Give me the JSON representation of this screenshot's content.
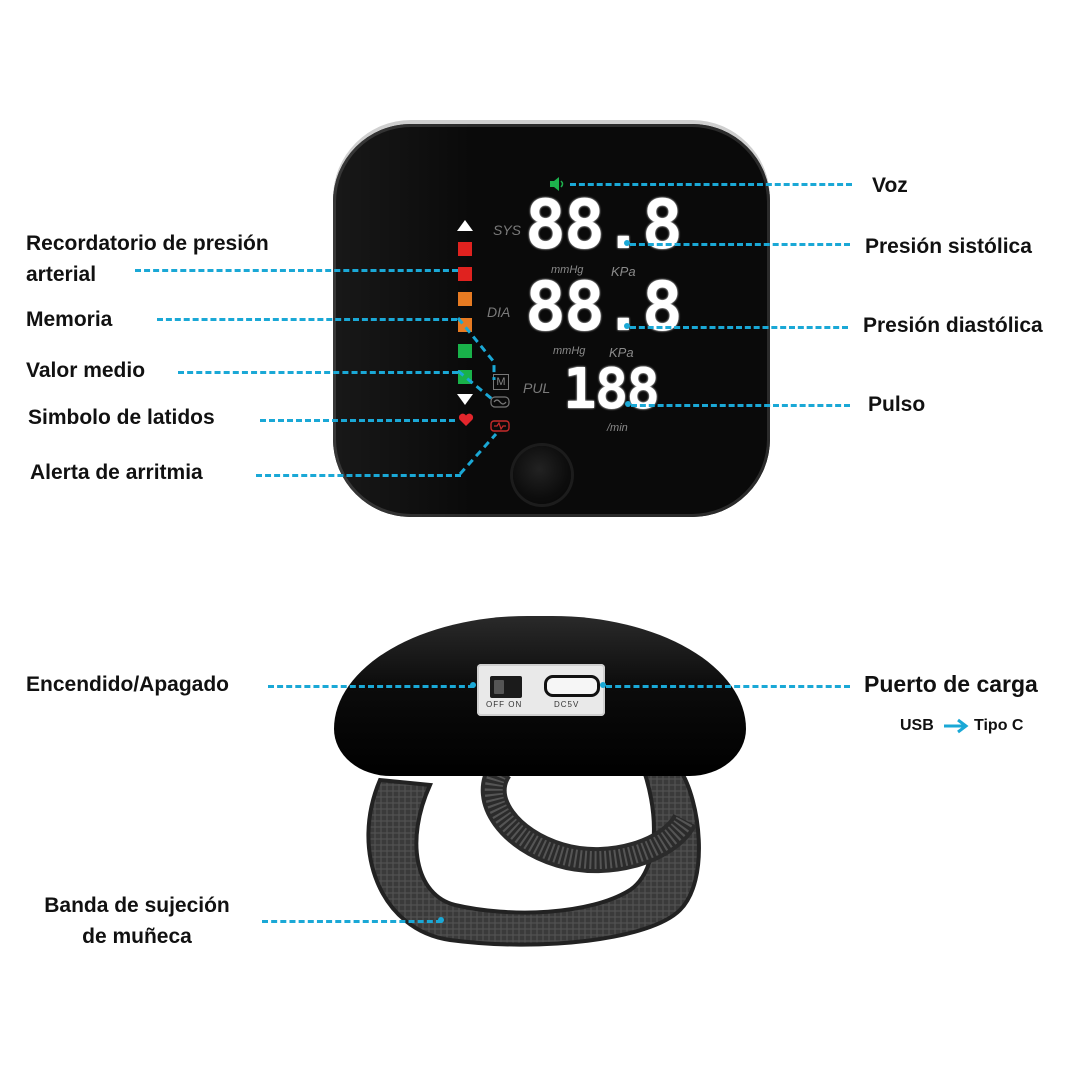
{
  "labels_left": {
    "reminder_line1": "Recordatorio de presión",
    "reminder_line2": "arterial",
    "memory": "Memoria",
    "average": "Valor medio",
    "heartbeat": "Simbolo de latidos",
    "arrhythmia": "Alerta de arritmia",
    "power": "Encendido/Apagado",
    "strap_line1": "Banda de sujeción",
    "strap_line2": "de muñeca"
  },
  "labels_right": {
    "voice": "Voz",
    "systolic": "Presión  sistólica",
    "diastolic": "Presión  diastólica",
    "pulse": "Pulso",
    "charging_port": "Puerto de carga",
    "usb": "USB",
    "type_c": "Tipo C"
  },
  "display": {
    "sys_tag": "SYS",
    "dia_tag": "DIA",
    "pul_tag": "PUL",
    "sys_value": "88.8",
    "dia_value": "88.8",
    "pul_value": "188",
    "unit_mmhg_1": "mmHg",
    "unit_kpa_1": "KPa",
    "unit_mmhg_2": "mmHg",
    "unit_kpa_2": "KPa",
    "unit_min": "/min",
    "memory_glyph": "M"
  },
  "device_markings": {
    "switch_label": "OFF ON",
    "port_label": "DC5V"
  },
  "colors": {
    "accent": "#1aa8d6",
    "red": "#e0221f",
    "orange": "#e77b22",
    "green": "#19b24a",
    "heart": "#e3262c"
  },
  "icons": [
    "speaker-icon",
    "up-arrow-icon",
    "down-arrow-icon",
    "memory-icon",
    "average-icon",
    "heart-icon",
    "arrhythmia-icon",
    "arrow-right-icon"
  ]
}
